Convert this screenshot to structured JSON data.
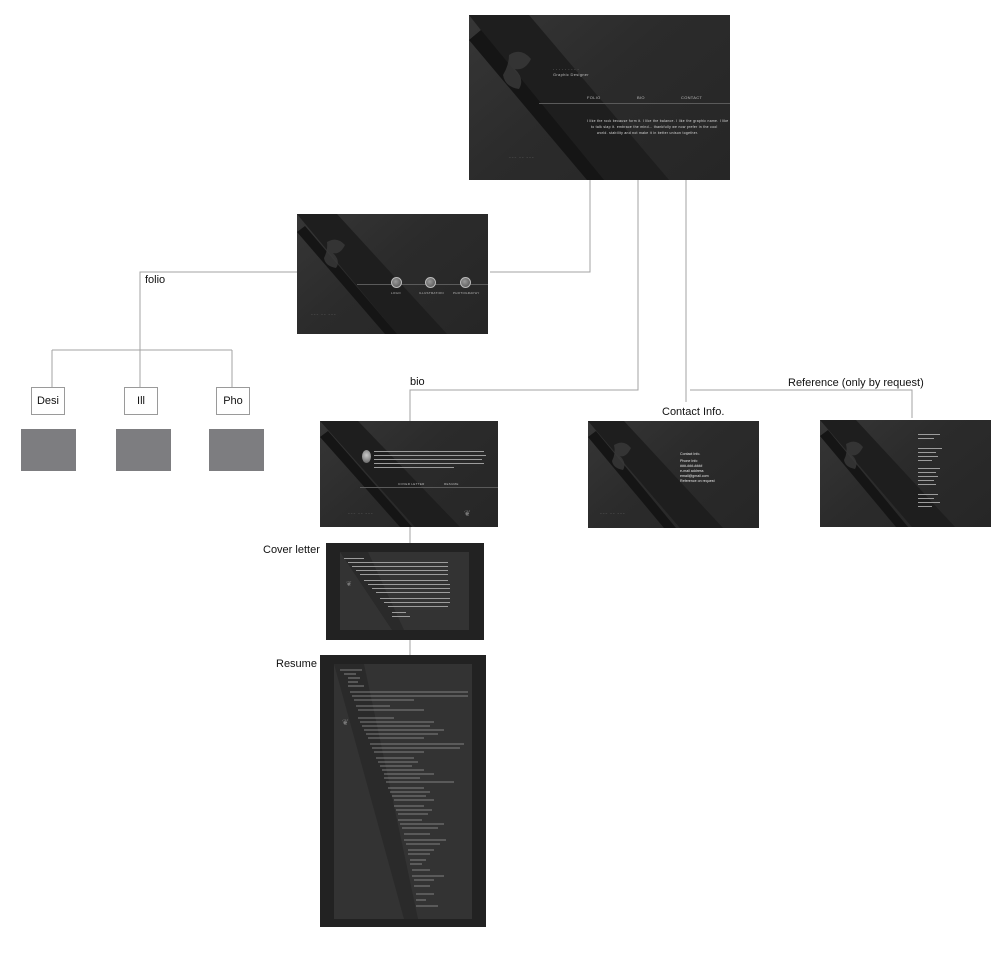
{
  "home": {
    "name_line": "· · · · · · · · ·",
    "subtitle": "Graphic Designer",
    "nav": [
      "FOLIO",
      "BIO",
      "CONTACT"
    ],
    "tagline_1": "I like the rock because form it. I like the balance. I like the graphic name. I like",
    "tagline_2": "to talk slap it. embrace the mind... thankfully we now prefer in the cool",
    "tagline_3": "world. stability and not make it in better unison together."
  },
  "folio_page": {
    "icons": [
      "LOGO",
      "ILLUSTRATION",
      "PHOTOGRAPHY"
    ]
  },
  "labels": {
    "folio": "folio",
    "bio": "bio",
    "contact": "Contact Info.",
    "reference": "Reference (only by request)",
    "cover_letter": "Cover letter",
    "resume": "Resume"
  },
  "categories": [
    "Desi",
    "Ill",
    "Pho"
  ],
  "bio_page": {
    "links": [
      "COVER LETTER",
      "RESUME"
    ]
  },
  "contact_page": {
    "heading": "Contact Info.",
    "lines": [
      "Phone Info",
      "###-###-####",
      "e-mail address",
      "email@gmail.com",
      "Reference on request"
    ]
  },
  "colors": {
    "page_bg": "#2b2b2b",
    "wedge": "#1a1a1a",
    "swatch": "#7d7d80",
    "connector": "#9a9a9a"
  }
}
